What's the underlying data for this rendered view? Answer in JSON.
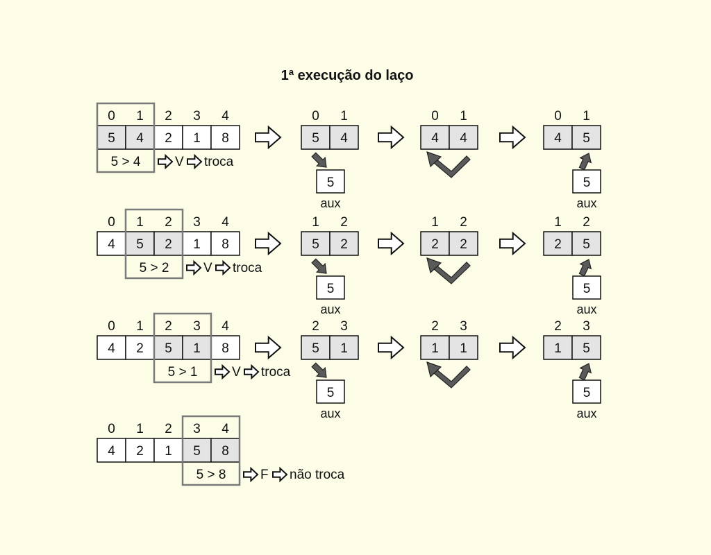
{
  "title": {
    "ordinal": "1ª",
    "text": "execução do laço"
  },
  "labels": {
    "aux": "aux",
    "true_mark": "V",
    "false_mark": "F",
    "swap": "troca",
    "no_swap": "não troca",
    "gt": ">"
  },
  "rows": [
    {
      "indices": [
        "0",
        "1",
        "2",
        "3",
        "4"
      ],
      "array": [
        "5",
        "4",
        "2",
        "1",
        "8"
      ],
      "compare": [
        "5",
        "4"
      ],
      "result": "V",
      "action": "troca",
      "steps": [
        {
          "indices": [
            "0",
            "1"
          ],
          "values": [
            "5",
            "4"
          ],
          "aux": "5"
        },
        {
          "indices": [
            "0",
            "1"
          ],
          "values": [
            "4",
            "4"
          ]
        },
        {
          "indices": [
            "0",
            "1"
          ],
          "values": [
            "4",
            "5"
          ],
          "aux": "5"
        }
      ]
    },
    {
      "indices": [
        "0",
        "1",
        "2",
        "3",
        "4"
      ],
      "array": [
        "4",
        "5",
        "2",
        "1",
        "8"
      ],
      "compare": [
        "5",
        "2"
      ],
      "result": "V",
      "action": "troca",
      "steps": [
        {
          "indices": [
            "1",
            "2"
          ],
          "values": [
            "5",
            "2"
          ],
          "aux": "5"
        },
        {
          "indices": [
            "1",
            "2"
          ],
          "values": [
            "2",
            "2"
          ]
        },
        {
          "indices": [
            "1",
            "2"
          ],
          "values": [
            "2",
            "5"
          ],
          "aux": "5"
        }
      ]
    },
    {
      "indices": [
        "0",
        "1",
        "2",
        "3",
        "4"
      ],
      "array": [
        "4",
        "2",
        "5",
        "1",
        "8"
      ],
      "compare": [
        "5",
        "1"
      ],
      "result": "V",
      "action": "troca",
      "steps": [
        {
          "indices": [
            "2",
            "3"
          ],
          "values": [
            "5",
            "1"
          ],
          "aux": "5"
        },
        {
          "indices": [
            "2",
            "3"
          ],
          "values": [
            "1",
            "1"
          ]
        },
        {
          "indices": [
            "2",
            "3"
          ],
          "values": [
            "1",
            "5"
          ],
          "aux": "5"
        }
      ]
    },
    {
      "indices": [
        "0",
        "1",
        "2",
        "3",
        "4"
      ],
      "array": [
        "4",
        "2",
        "1",
        "5",
        "8"
      ],
      "compare": [
        "5",
        "8"
      ],
      "result": "F",
      "action": "não troca",
      "steps": []
    }
  ],
  "colors": {
    "background": "#fdfce6",
    "cell_highlight": "#e4e4e4",
    "frame": "#7a7a7a",
    "dark_arrow": "#5a5a5a"
  }
}
